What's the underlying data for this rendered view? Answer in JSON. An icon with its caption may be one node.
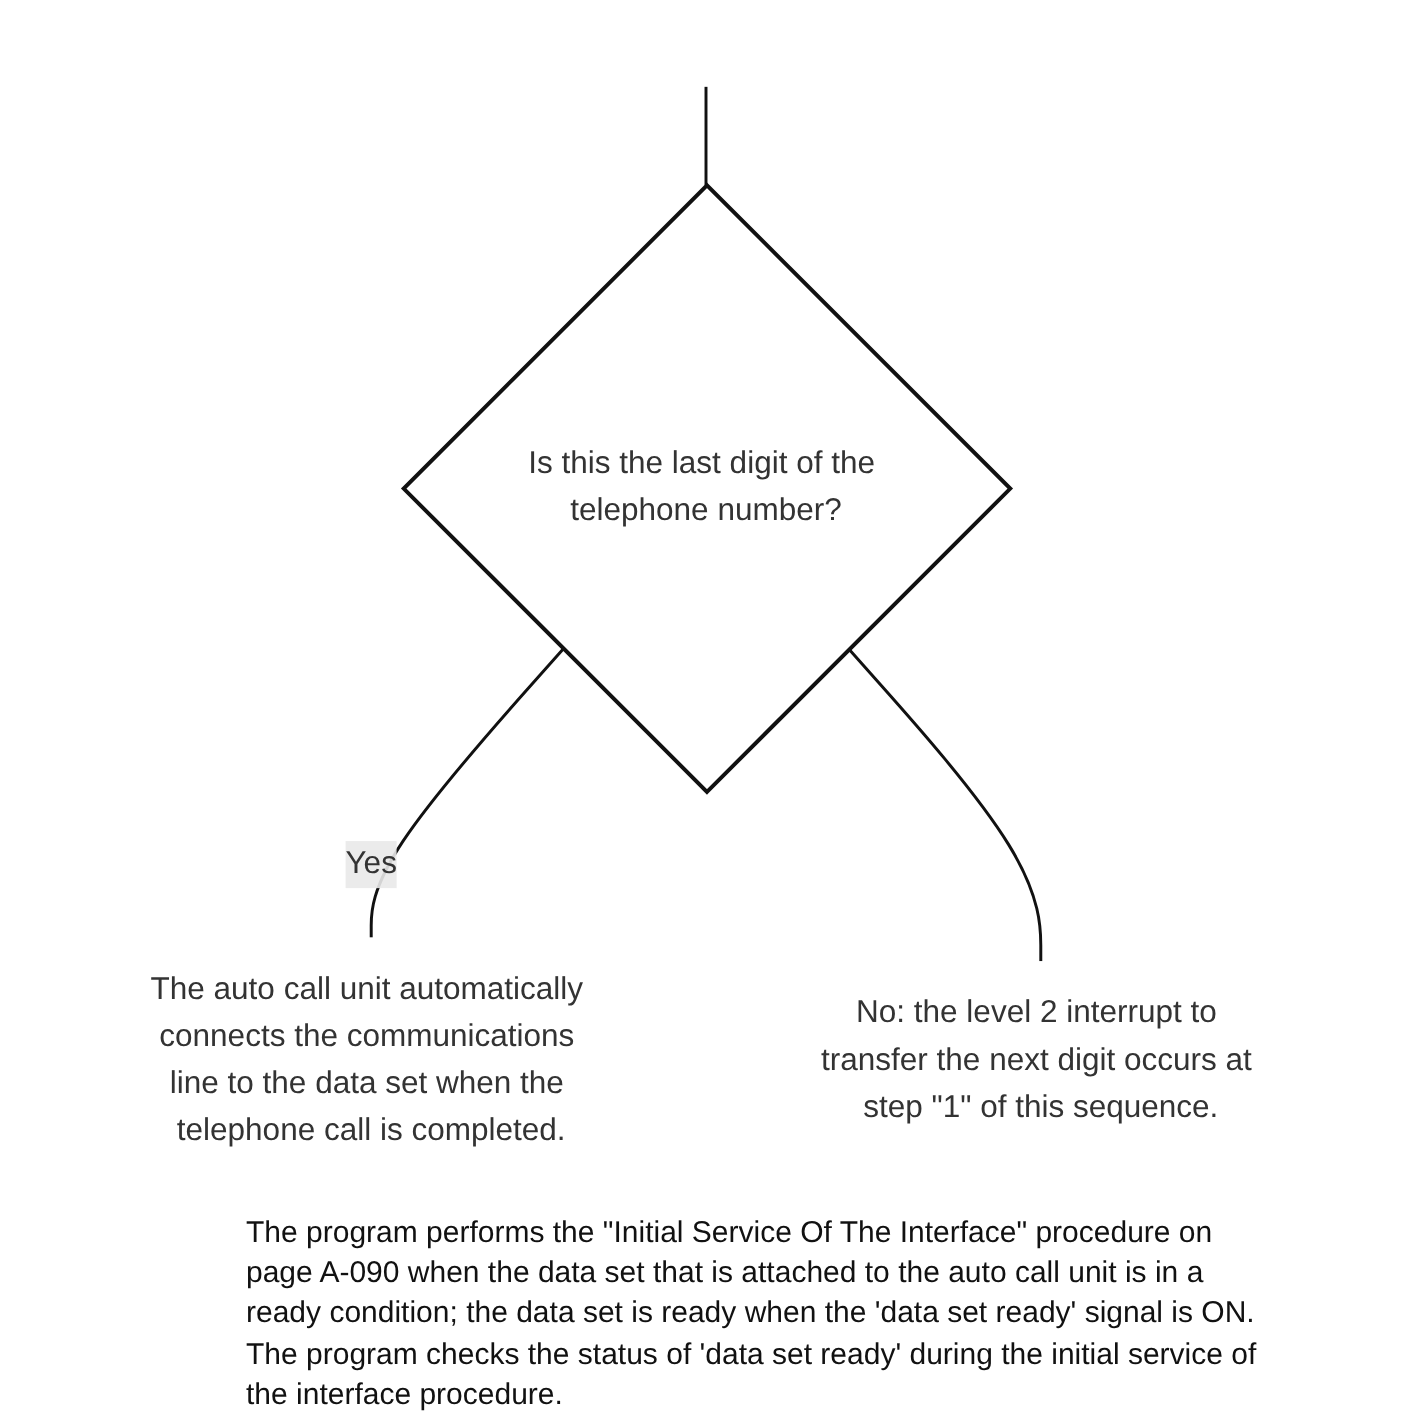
{
  "diagram": {
    "nodes": [
      {
        "text": [
          "Is this the last digit of the telephone number?"
        ]
      },
      {
        "text": [
          "The auto call unit automatically connects the communications line to the data set when the telephone call is completed."
        ]
      },
      {
        "text": [
          "No: the level 2 interrupt to transfer the next digit occurs at step \"1\" of this sequence."
        ]
      }
    ],
    "edges": [
      {
        "from": null,
        "to": 0,
        "arrow": "none"
      },
      {
        "from": 0,
        "to": 1,
        "label": "Yes",
        "arrow": "none"
      },
      {
        "from": 0,
        "to": 2,
        "arrow": "none"
      }
    ],
    "labels": [
      "The program performs the \"Initial Service Of The Interface\" procedure on page A-090 when the data set that is attached to the auto call unit is in a ready condition; the data set is ready when the 'data set ready' signal is ON. The program checks the status of 'data set ready' during the initial service of the interface procedure."
    ]
  }
}
